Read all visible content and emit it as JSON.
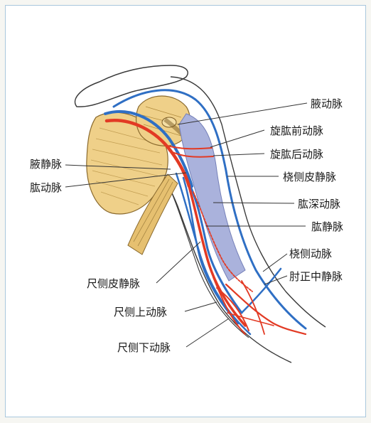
{
  "labels": {
    "axillary_artery": "腋动脉",
    "anterior_circumflex_humeral_artery": "旋肱前动脉",
    "posterior_circumflex_humeral_artery": "旋肱后动脉",
    "cephalic_vein": "桡侧皮静脉",
    "deep_brachial_artery": "肱深动脉",
    "brachial_vein": "肱静脉",
    "radial_artery": "桡侧动脉",
    "median_cubital_vein": "肘正中静脉",
    "axillary_vein": "腋静脉",
    "brachial_artery": "肱动脉",
    "basilic_vein": "尺侧皮静脉",
    "superior_ulnar_collateral_artery": "尺侧上动脉",
    "inferior_ulnar_collateral_artery": "尺侧下动脉"
  },
  "colors": {
    "artery": "#e23a24",
    "vein": "#2f6fc4",
    "bone": "#efd089",
    "muscle_band": "#aab2dc",
    "skin_outline": "#3a3a3a",
    "frame": "#a9c7dd"
  }
}
